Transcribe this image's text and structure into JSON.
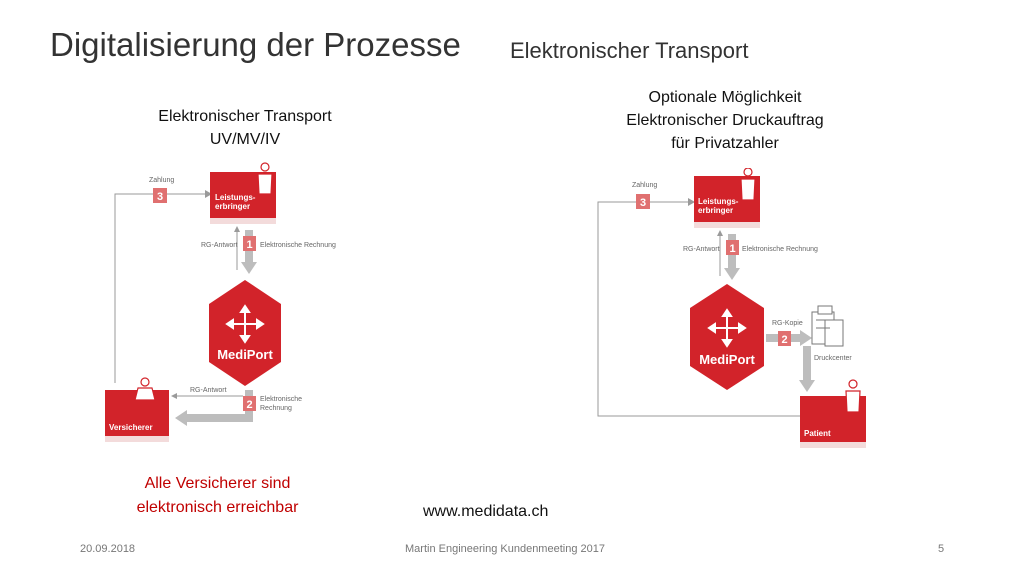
{
  "slide": {
    "title": "Digitalisierung der Prozesse",
    "subtitle": "Elektronischer Transport",
    "left_caption": [
      "Elektronischer Transport",
      "UV/MV/IV"
    ],
    "right_caption": [
      "Optionale Möglichkeit",
      "Elektronischer Druckauftrag",
      "für Privatzahler"
    ],
    "note": [
      "Alle Versicherer sind",
      "elektronisch erreichbar"
    ],
    "url": "www.medidata.ch"
  },
  "footer": {
    "date": "20.09.2018",
    "event": "Martin Engineering Kundenmeeting 2017",
    "page": "5"
  },
  "left_diagram": {
    "provider_label": [
      "Leistungs-",
      "erbringer"
    ],
    "insurer_label": "Versicherer",
    "hub_label": "MediPort",
    "step1": {
      "number": "1",
      "label": "Elektronische Rechnung",
      "reply": "RG-Antwort"
    },
    "step2": {
      "number": "2",
      "label": [
        "Elektronische",
        "Rechnung"
      ],
      "reply": "RG-Antwort"
    },
    "step3": {
      "number": "3",
      "label": "Zahlung"
    }
  },
  "right_diagram": {
    "provider_label": [
      "Leistungs-",
      "erbringer"
    ],
    "patient_label": "Patient",
    "hub_label": "MediPort",
    "print_center_label": "Druckcenter",
    "step1": {
      "number": "1",
      "label": "Elektronische Rechnung",
      "reply": "RG-Antwort"
    },
    "step2": {
      "number": "2",
      "label": "RG-Kopie"
    },
    "step3": {
      "number": "3",
      "label": "Zahlung"
    }
  },
  "colors": {
    "brand_red": "#d2232a",
    "arrow_gray": "#bdbdbd",
    "line_gray": "#9a9a9a"
  }
}
